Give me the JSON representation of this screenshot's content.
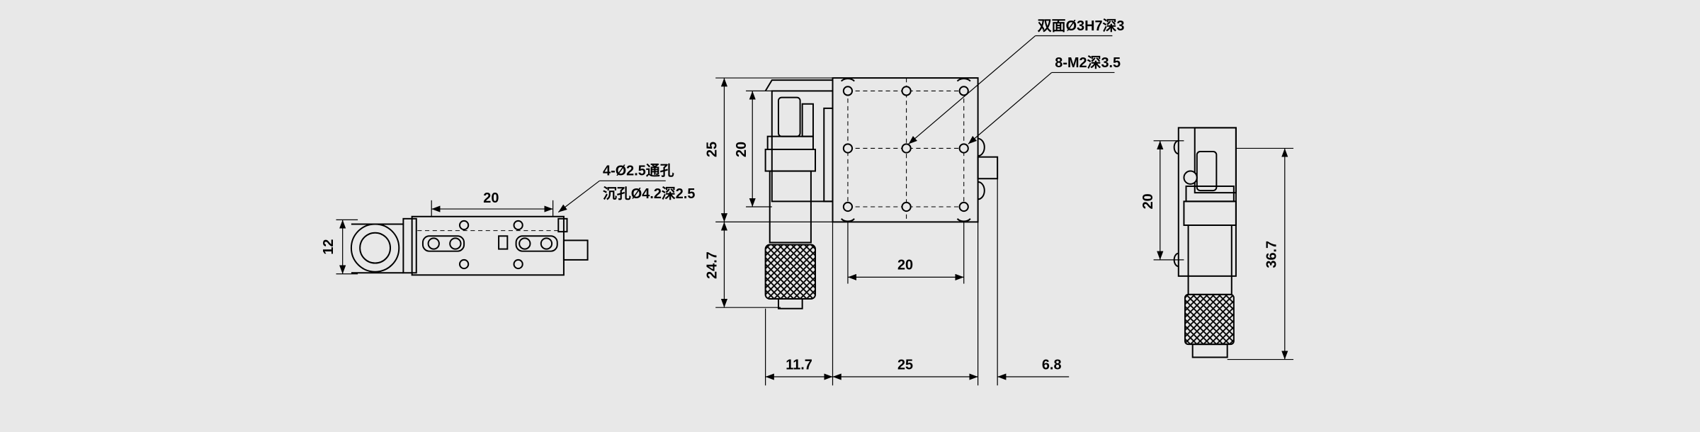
{
  "drawing": {
    "background": "#e8e8e8",
    "line_color": "#000000",
    "side_view": {
      "dim_width": "20",
      "dim_height": "12",
      "callout_line1": "4-Ø2.5通孔",
      "callout_line2": "沉孔Ø4.2深2.5"
    },
    "top_view": {
      "callout_pin_hole": "双面Ø3H7深3",
      "callout_thread": "8-M2深3.5",
      "dim_height": "25",
      "dim_hole_pitch_v": "20",
      "dim_micrometer": "24.7",
      "dim_hole_pitch_h": "20",
      "dim_micrometer_offset": "11.7",
      "dim_width": "25",
      "dim_side_offset": "6.8"
    },
    "end_view": {
      "dim_hole_pitch": "20",
      "dim_total_height": "36.7"
    }
  }
}
